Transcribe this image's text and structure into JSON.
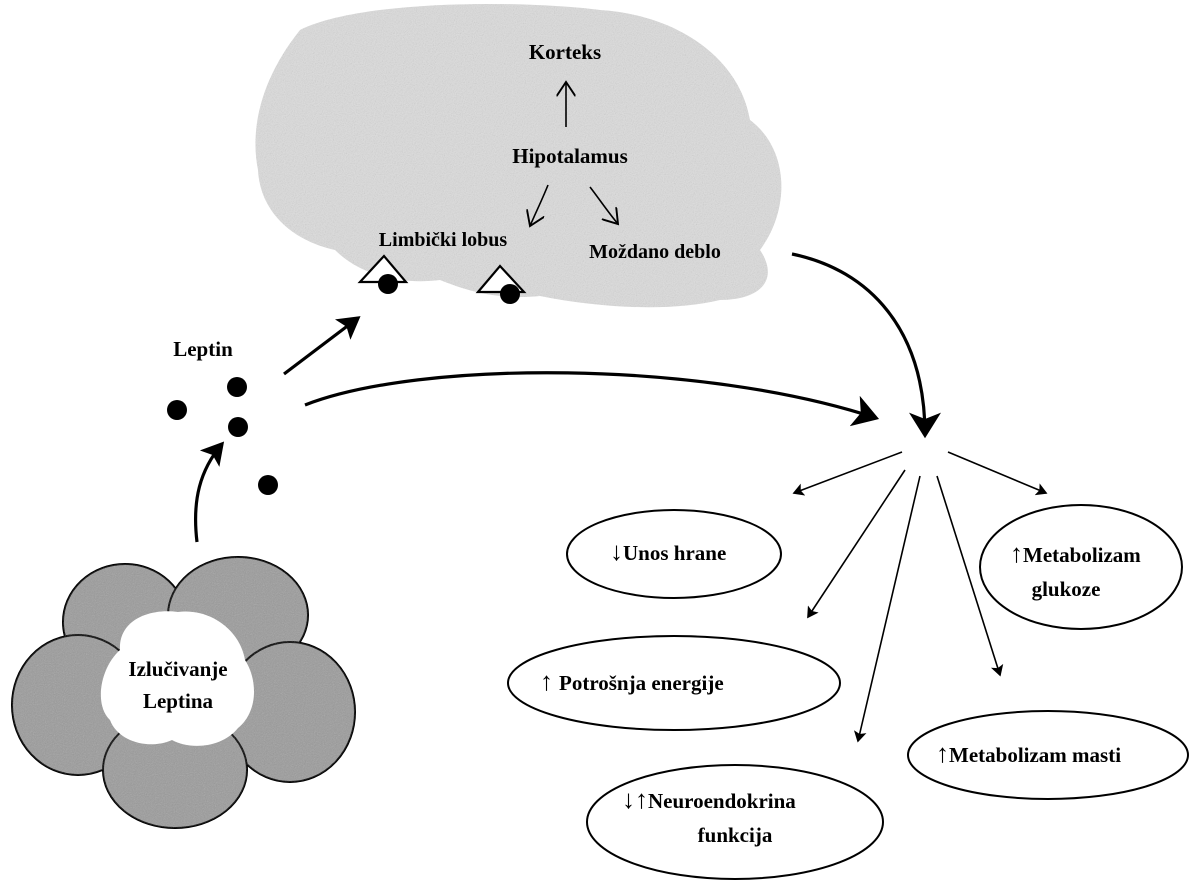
{
  "brain": {
    "cortex": "Korteks",
    "hypothalamus": "Hipotalamus",
    "limbic": "Limbički lobus",
    "brainstem": "Moždano deblo"
  },
  "leptin": {
    "label": "Leptin"
  },
  "fat_cell": {
    "line1": "Izlučivanje",
    "line2": "Leptina"
  },
  "effects": {
    "food_intake": {
      "label": "Unos hrane",
      "direction": "↓"
    },
    "energy_use": {
      "label": "Potrošnja energije",
      "direction": "↑"
    },
    "neuroendocrine": {
      "line1": "Neuroendokrina",
      "line2": "funkcija",
      "direction": "↓↑"
    },
    "glucose": {
      "line1": "Metabolizam",
      "line2": "glukoze",
      "direction": "↑"
    },
    "fat_metabolism": {
      "label": "Metabolizam masti",
      "direction": "↑"
    }
  },
  "colors": {
    "brain_fill": "#dcdcdc",
    "cell_fill": "#9a9a9a",
    "ink": "#000000"
  }
}
